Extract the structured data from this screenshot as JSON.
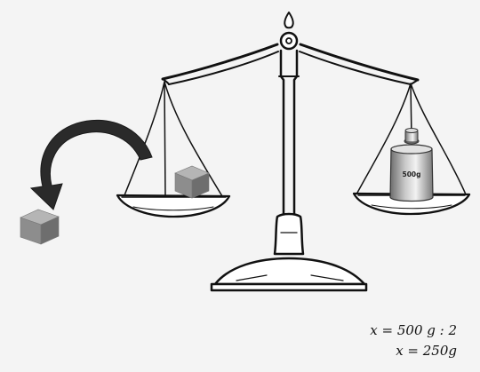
{
  "weight": {
    "label": "500g"
  },
  "equations": [
    "x = 500 g : 2",
    "x = 250g"
  ],
  "icons": {
    "balance": "balance-scale-icon",
    "weight": "weight-500g-icon",
    "cube_on_pan": "cube-icon",
    "cube_removed": "cube-icon",
    "arrow": "curved-arrow-icon"
  },
  "colors": {
    "background": "#f4f4f4",
    "line": "#111111",
    "cube_light": "#b5b5b5",
    "cube_mid": "#8d8d8d",
    "cube_dark": "#6e6e6e",
    "arrow": "#2a2a2a"
  }
}
